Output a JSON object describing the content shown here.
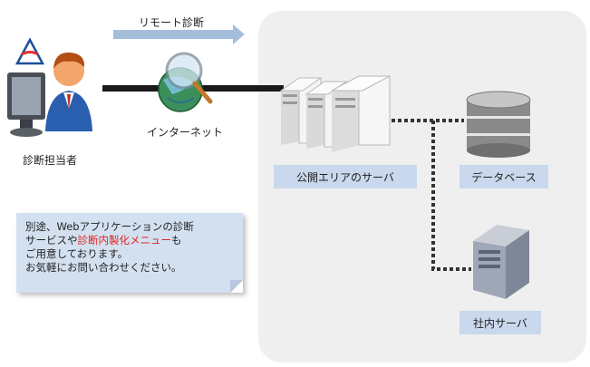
{
  "remote": {
    "label": "リモート診断"
  },
  "operator": {
    "label": "診断担当者"
  },
  "internet": {
    "label": "インターネット"
  },
  "public_servers": {
    "label": "公開エリアのサーバ"
  },
  "database": {
    "label": "データベース"
  },
  "internal_server": {
    "label": "社内サーバ"
  },
  "note": {
    "line1": "別途、Webアプリケーションの診断",
    "line2_pre": "サービスや",
    "line2_highlight": "診断内製化メニュー",
    "line2_post": "も",
    "line3": "ご用意しております。",
    "line4": "お気軽にお問い合わせください。"
  },
  "colors": {
    "zone_background": "#efefef",
    "label_box": "#c9d8ec",
    "note_background": "#d3e0f0",
    "highlight_text": "#e0241f",
    "arrow": "#a4bedc"
  }
}
